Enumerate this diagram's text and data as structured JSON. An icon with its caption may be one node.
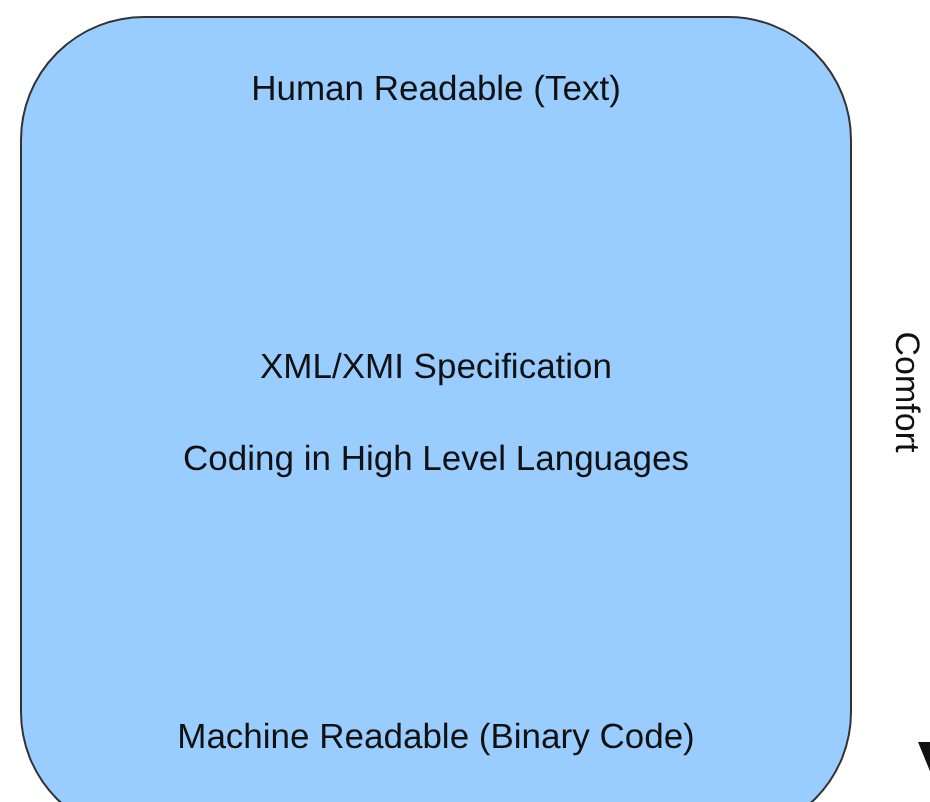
{
  "diagram": {
    "nodes": [
      {
        "text": [
          "Human Readable (Text)",
          "XML/XMI Specification",
          "Coding in High Level Languages",
          "Machine Readable (Binary Code)"
        ]
      }
    ],
    "labels": [
      "Comfort"
    ]
  }
}
